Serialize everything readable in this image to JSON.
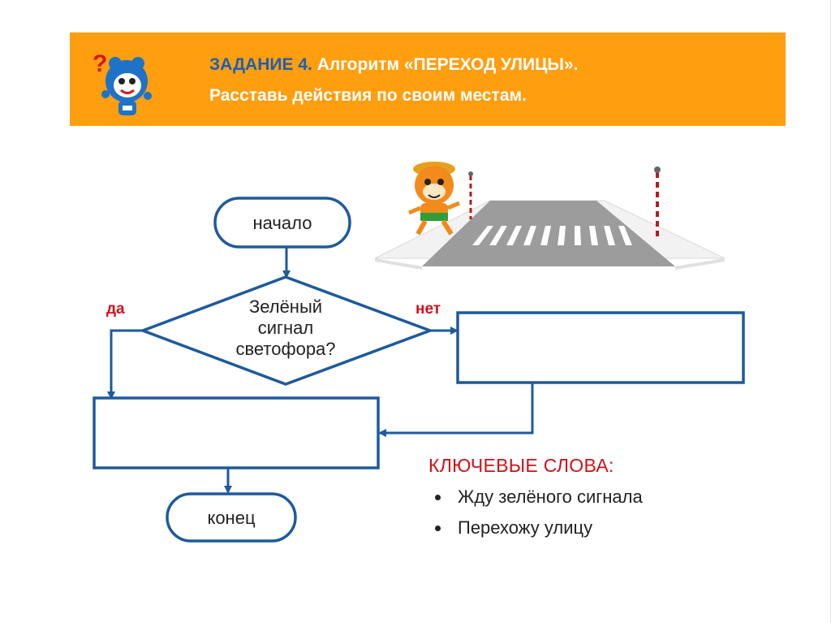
{
  "header": {
    "task": "ЗАДАНИЕ 4.",
    "title": "Алгоритм «ПЕРЕХОД УЛИЦЫ».",
    "subtitle": "Расставь действия по своим местам.",
    "banner_color": "#ff9e0f",
    "task_color": "#1f5fb0"
  },
  "flowchart": {
    "start": "начало",
    "decision_lines": [
      "Зелёный",
      "сигнал",
      "светофора?"
    ],
    "yes_label": "да",
    "no_label": "нет",
    "no_action": "",
    "yes_action": "",
    "end": "конец",
    "line_color": "#1e5a9c"
  },
  "keywords": {
    "title": "КЛЮЧЕВЫЕ СЛОВА:",
    "items": [
      "Жду зелёного сигнала",
      "Перехожу улицу"
    ]
  },
  "mascot_icon": "smeshariki-question-icon",
  "cat_icon": "cat-character-icon",
  "crosswalk_icon": "pedestrian-crossing-illustration"
}
